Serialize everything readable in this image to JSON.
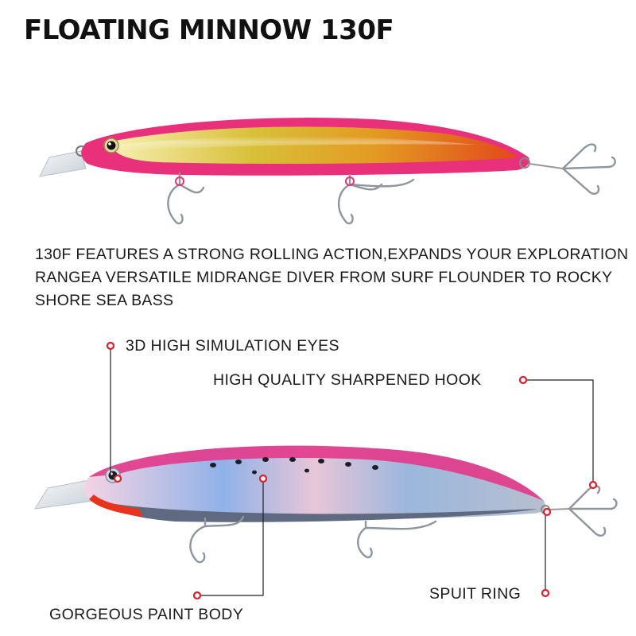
{
  "title": "FLOATING MINNOW 130F",
  "description": [
    "130F FEATURES A STRONG ROLLING ACTION,EXPANDS YOUR EXPLORATION",
    "RANGEA VERSATILE MIDRANGE DIVER FROM SURF FLOUNDER TO ROCKY",
    "SHORE SEA BASS"
  ],
  "callouts": {
    "eyes": "3D HIGH SIMULATION EYES",
    "hook": "HIGH QUALITY SHARPENED HOOK",
    "paint": "GORGEOUS PAINT BODY",
    "ring": "SPUIT RING"
  },
  "colors": {
    "callout_red": "#d8202c",
    "lure1_gold": "#c9b12c",
    "lure1_pink": "#e8317a",
    "lure2_pink": "#e3388a",
    "lure2_silver": "#b9c3d6"
  }
}
